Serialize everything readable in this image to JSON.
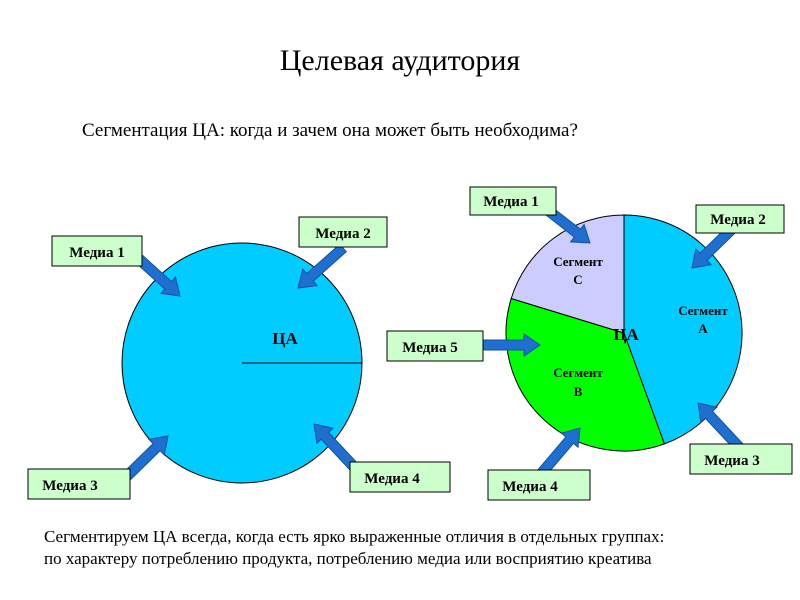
{
  "title": "Целевая аудитория",
  "subtitle": "Сегментация ЦА: когда и зачем она может быть необходима?",
  "footer": {
    "line1": "Сегментируем ЦА всегда, когда есть ярко выраженные отличия в отдельных группах:",
    "line2": "по характеру потреблению продукта, потреблению медиа или восприятию креатива"
  },
  "colors": {
    "circle_fill": "#00ccff",
    "segment_a": "#00ccff",
    "segment_b": "#00ff00",
    "segment_c": "#ccccff",
    "label_box": "#ccffcc",
    "arrow": "#1f6fd0"
  },
  "left_diagram": {
    "center_label": "ЦА",
    "media": [
      "Медиа 1",
      "Медиа 2",
      "Медиа 3",
      "Медиа 4"
    ]
  },
  "right_diagram": {
    "center_label": "ЦА",
    "media": [
      "Медиа 1",
      "Медиа 2",
      "Медиа 3",
      "Медиа 4",
      "Медиа 5"
    ],
    "segments": [
      {
        "line1": "Сегмент",
        "line2": "А"
      },
      {
        "line1": "Сегмент",
        "line2": "В"
      },
      {
        "line1": "Сегмент",
        "line2": "С"
      }
    ]
  }
}
